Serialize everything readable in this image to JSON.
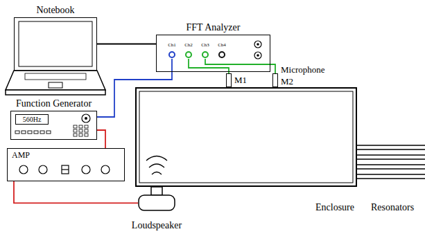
{
  "diagram": {
    "nodes": [
      {
        "text": [
          "Notebook"
        ]
      },
      {
        "text": [
          "FFT Analyzer"
        ]
      },
      {
        "text": [
          "Ch1"
        ],
        "in": 1
      },
      {
        "text": [
          "Ch2"
        ],
        "in": 1
      },
      {
        "text": [
          "Ch3"
        ],
        "in": 1
      },
      {
        "text": [
          "Ch4"
        ],
        "in": 1
      },
      {
        "text": [
          "Function Generator",
          "560Hz"
        ]
      },
      {
        "text": [
          "AMP"
        ]
      },
      {
        "text": [
          "Enclosure"
        ]
      },
      {
        "text": [
          "M1"
        ]
      },
      {
        "text": [
          "Microphone",
          "M2"
        ]
      },
      {
        "text": [
          "Loudspeaker"
        ]
      },
      {
        "text": [
          "Resonators"
        ]
      }
    ],
    "edges": [
      {
        "from": 0,
        "to": 1,
        "arrow": "none"
      },
      {
        "from": 6,
        "to": 2,
        "arrow": "none"
      },
      {
        "from": 9,
        "to": 3,
        "arrow": "none"
      },
      {
        "from": 10,
        "to": 4,
        "arrow": "none"
      },
      {
        "from": 6,
        "to": 7,
        "arrow": "none"
      },
      {
        "from": 7,
        "to": 11,
        "arrow": "none"
      }
    ]
  }
}
